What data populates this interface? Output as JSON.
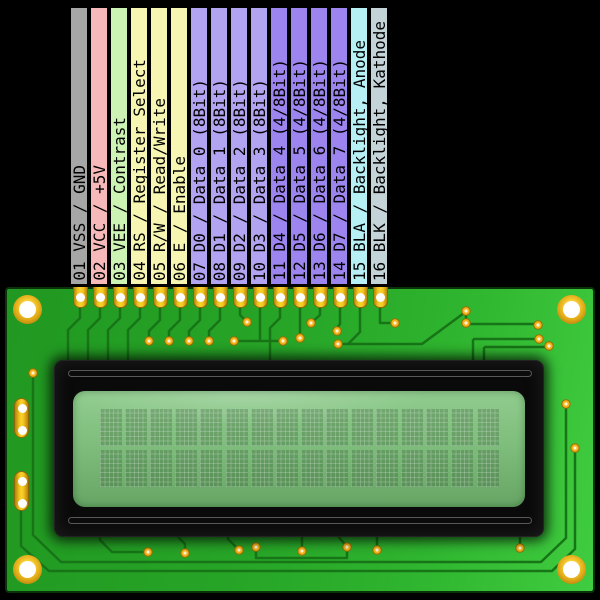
{
  "pins": [
    {
      "label": "01 VSS / GND",
      "color": "#a6a6a6"
    },
    {
      "label": "02 VCC / +5V",
      "color": "#f6b8b8"
    },
    {
      "label": "03 VEE / Contrast",
      "color": "#ccf2b4"
    },
    {
      "label": "04 RS / Register Select",
      "color": "#f6f6b2"
    },
    {
      "label": "05 R/W / Read/Write",
      "color": "#f6f6b2"
    },
    {
      "label": "06 E / Enable",
      "color": "#f6f6b2"
    },
    {
      "label": "07 D0 / Data 0 (8Bit)",
      "color": "#b3a4f2"
    },
    {
      "label": "08 D1 / Data 1 (8Bit)",
      "color": "#b3a4f2"
    },
    {
      "label": "09 D2 / Data 2 (8Bit)",
      "color": "#b3a4f2"
    },
    {
      "label": "10 D3 / Data 3 (8Bit)",
      "color": "#b3a4f2"
    },
    {
      "label": "11 D4 / Data 4 (4/8Bit)",
      "color": "#9c85ee"
    },
    {
      "label": "12 D5 / Data 5 (4/8Bit)",
      "color": "#9c85ee"
    },
    {
      "label": "13 D6 / Data 6 (4/8Bit)",
      "color": "#9c85ee"
    },
    {
      "label": "14 D7 / Data 7 (4/8Bit)",
      "color": "#9c85ee"
    },
    {
      "label": "15 BLA / Backlight, Anode",
      "color": "#b6f0f4"
    },
    {
      "label": "16 BLK / Backlight, Kathode",
      "color": "#c4d3d8"
    }
  ],
  "lcd": {
    "columns": 16,
    "rows": 2
  },
  "colors": {
    "board_green": "#2aa82a",
    "trace_green": "#177517",
    "pad_gold": "#e9b614",
    "screen_top": "#90cc8e",
    "screen_bottom": "#67a565",
    "bezel_black": "#0a0a0a",
    "hole_white": "#ffffff"
  }
}
